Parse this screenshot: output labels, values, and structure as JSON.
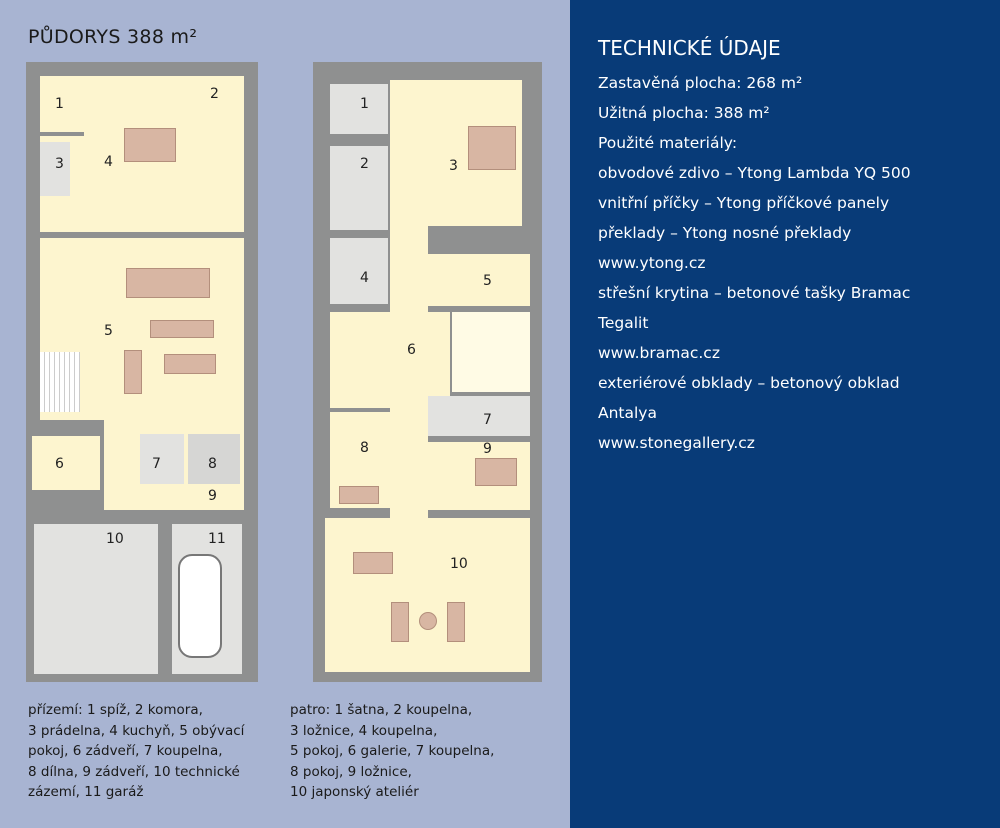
{
  "plan_title": "PŮDORYS 388 m²",
  "ground_floor": {
    "rooms": [
      "1",
      "2",
      "3",
      "4",
      "5",
      "6",
      "7",
      "8",
      "9",
      "10",
      "11"
    ],
    "legend": [
      "přízemí: 1 spíž, 2 komora,",
      "3 prádelna, 4 kuchyň, 5 obývací",
      "pokoj, 6 zádveří, 7 koupelna,",
      "8 dílna, 9 zádveří, 10 technické",
      "zázemí, 11 garáž"
    ]
  },
  "upper_floor": {
    "rooms": [
      "1",
      "2",
      "3",
      "4",
      "5",
      "6",
      "7",
      "8",
      "9",
      "10"
    ],
    "legend": [
      "patro: 1 šatna, 2 koupelna,",
      "3 ložnice, 4 koupelna,",
      "5 pokoj, 6 galerie, 7 koupelna,",
      "8 pokoj, 9 ložnice,",
      "10 japonský ateliér"
    ]
  },
  "technical": {
    "heading": "TECHNICKÉ ÚDAJE",
    "lines": [
      "Zastavěná plocha: 268 m²",
      "Užitná plocha: 388 m²",
      "Použité materiály:",
      "obvodové zdivo – Ytong Lambda YQ 500",
      "vnitřní příčky – Ytong příčkové panely",
      "překlady – Ytong nosné překlady",
      "www.ytong.cz",
      "střešní krytina – betonové tašky Bramac",
      "Tegalit",
      "www.bramac.cz",
      "exteriérové obklady – betonový obklad",
      "Antalya",
      "www.stonegallery.cz"
    ]
  },
  "colors": {
    "left_bg": "#a8b4d2",
    "right_bg": "#083b78",
    "floor": "#fdf5cf",
    "wall": "#8f9090"
  }
}
